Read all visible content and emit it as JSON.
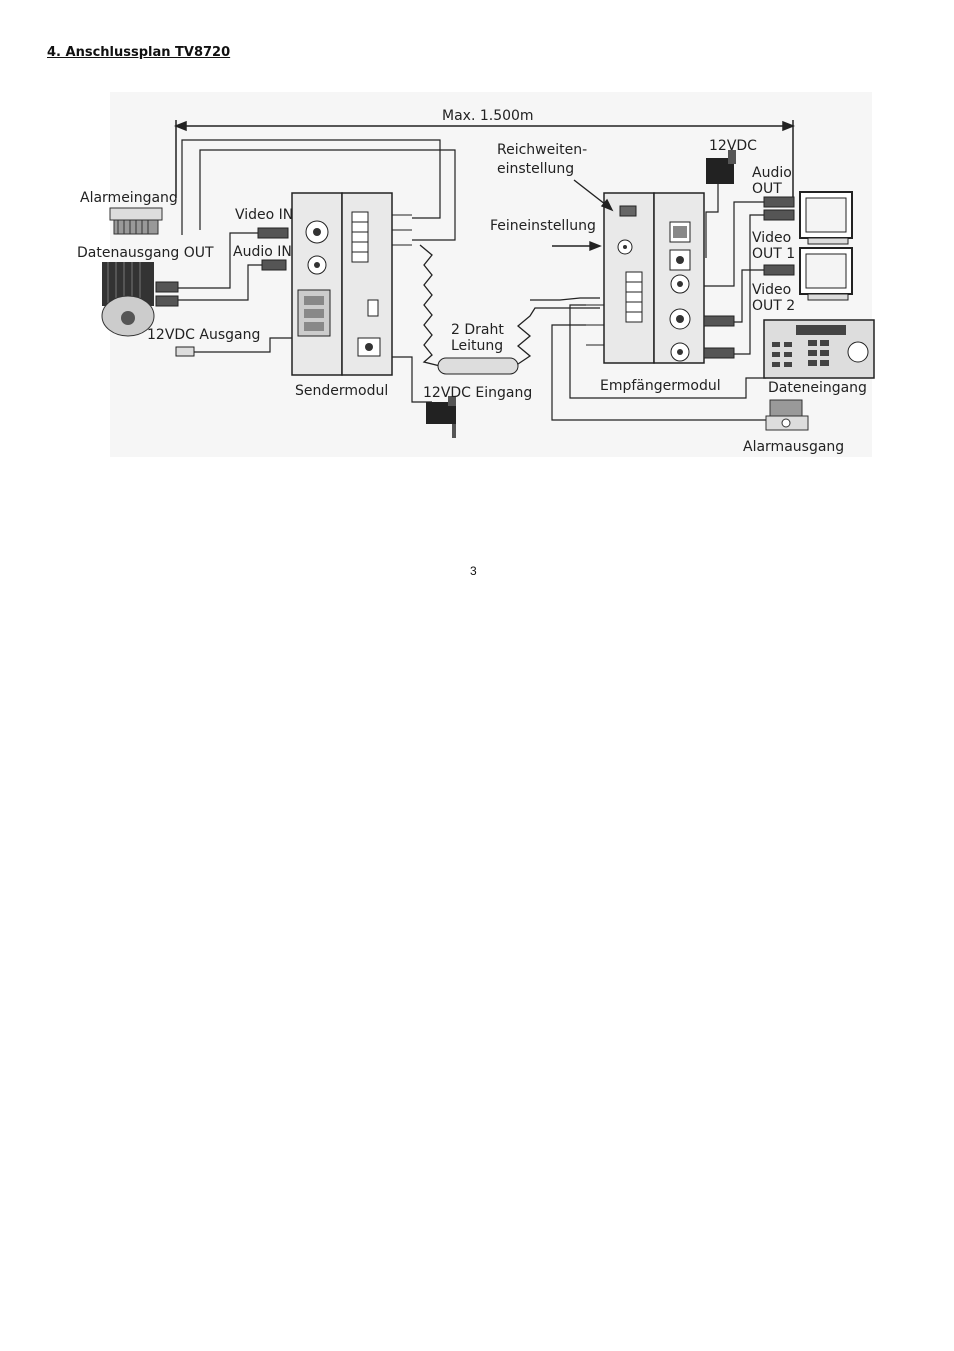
{
  "heading": "4. Anschlussplan TV8720",
  "page_number": "3",
  "labels": {
    "distance": "Max. 1.500m",
    "alarm_in": "Alarmeingang",
    "data_out": "Datenausgang OUT",
    "video_in": "Video IN",
    "audio_in": "Audio IN",
    "dc_out": "12VDC Ausgang",
    "sender": "Sendermodul",
    "dc_in": "12VDC Eingang",
    "two_wire_1": "2 Draht",
    "two_wire_2": "Leitung",
    "range_1": "Reichweiten-",
    "range_2": "einstellung",
    "fine": "Feineinstellung",
    "receiver": "Empfängermodul",
    "dc12": "12VDC",
    "audio_out_1": "Audio",
    "audio_out_2": "OUT",
    "video_out1_1": "Video",
    "video_out1_2": "OUT 1",
    "video_out2_1": "Video",
    "video_out2_2": "OUT 2",
    "data_in": "Dateneingang",
    "alarm_out": "Alarmausgang"
  }
}
